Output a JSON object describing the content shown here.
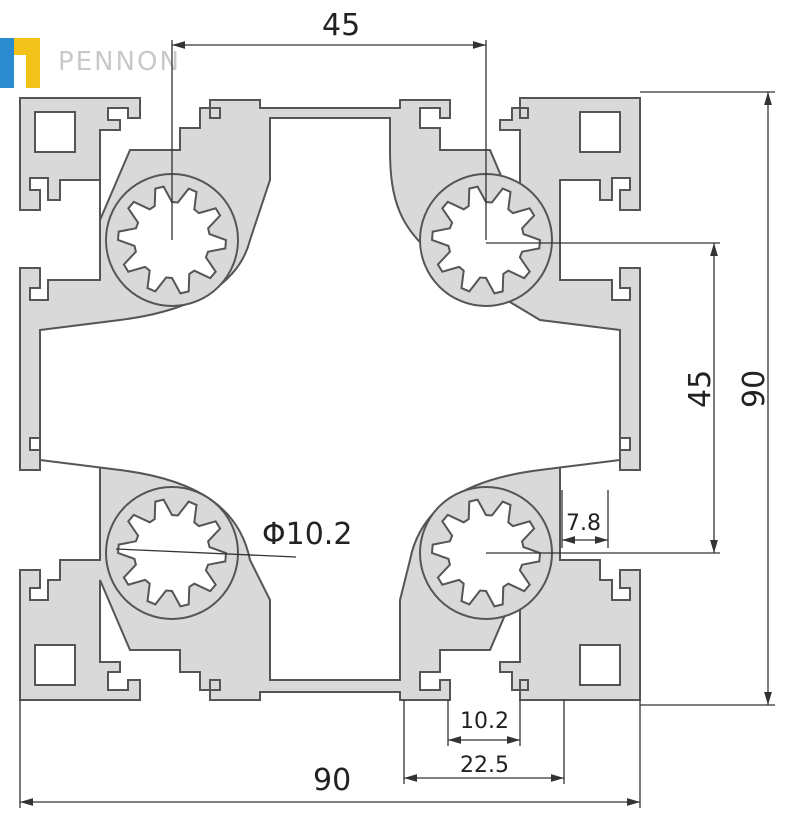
{
  "logo": {
    "text": "PENNON",
    "colors": {
      "blue": "#2a8ccf",
      "yellow": "#f3c21a"
    }
  },
  "dimensions": {
    "top_offset": "45",
    "right_offset": "45",
    "height": "90",
    "width": "90",
    "hole_diameter": "Φ10.2",
    "slot_depth": "7.8",
    "slot_opening": "10.2",
    "slot_width": "22.5"
  },
  "colors": {
    "profile_fill": "#d9d9d9",
    "outline": "#555555",
    "dimension_line": "#333333"
  }
}
